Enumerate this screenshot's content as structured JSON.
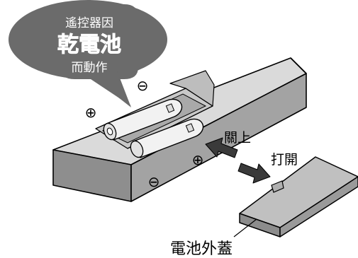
{
  "bubble": {
    "line1": "遙控器因",
    "line2": "乾電池",
    "line3": "而動作"
  },
  "labels": {
    "close": "關上",
    "open": "打開",
    "cover": "電池外蓋"
  },
  "polarity": {
    "plus": "⊕",
    "minus": "⊖"
  },
  "colors": {
    "bubble_fill": "#6b6b6b",
    "bubble_text": "#ffffff",
    "remote_top": "#d9d9d9",
    "remote_side": "#9a9a9a",
    "remote_front": "#8a8a8a",
    "cavity": "#bdbdbd",
    "battery": "#eeeeee",
    "cover_top": "#bfbfbf",
    "cover_side": "#8c8c8c",
    "arrow": "#3a3a3a",
    "stroke": "#000000"
  }
}
